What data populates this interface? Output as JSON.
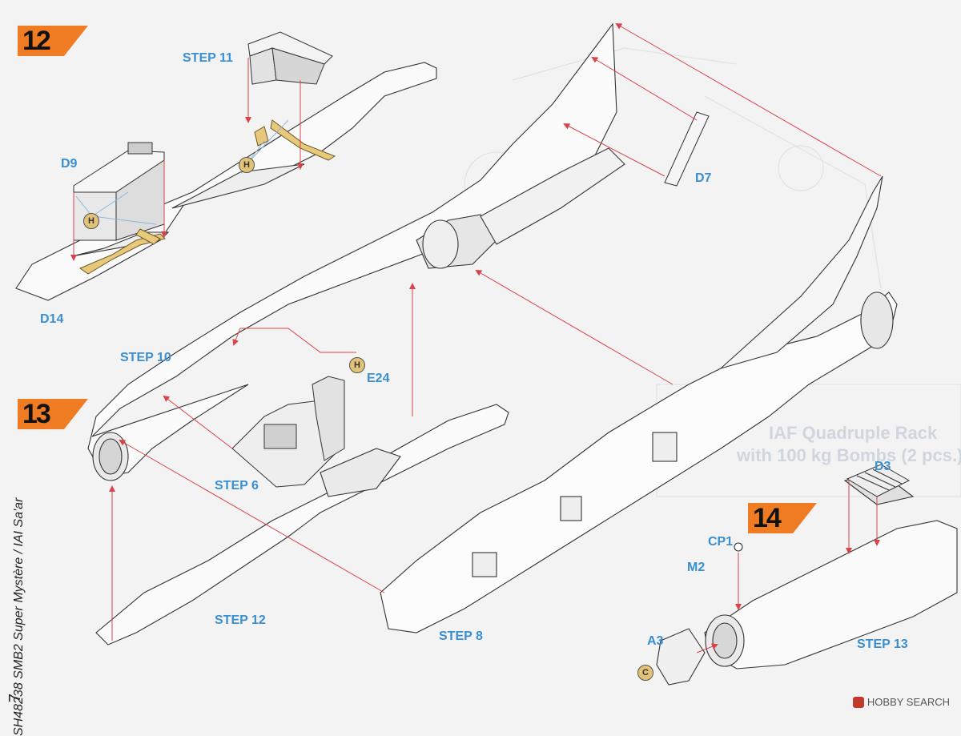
{
  "steps": {
    "s12": "12",
    "s13": "13",
    "s14": "14"
  },
  "labels": {
    "step11": "STEP 11",
    "step10": "STEP 10",
    "step6": "STEP 6",
    "step12": "STEP 12",
    "step8": "STEP 8",
    "step13": "STEP 13",
    "d9": "D9",
    "d14": "D14",
    "d7": "D7",
    "e24": "E24",
    "d3": "D3",
    "cp1": "CP1",
    "m2": "M2",
    "a3": "A3"
  },
  "callouts": {
    "h": "H",
    "c": "C"
  },
  "side_text": "SH48238 SMB2 Super Mystère / IAI Sa'ar",
  "page_number": "7",
  "watermark": "HOBBY SEARCH",
  "ghost_text": {
    "line1": "IAF Quadruple Rack",
    "line2": "with 100 kg Bombs (2 pcs.)"
  },
  "colors": {
    "label_blue": "#3a8fd0",
    "arrow_red": "#d9434a",
    "badge_orange": "#ef7b22",
    "guide_blue": "#8fb8dc",
    "resin_yellow": "#e8c87a"
  }
}
